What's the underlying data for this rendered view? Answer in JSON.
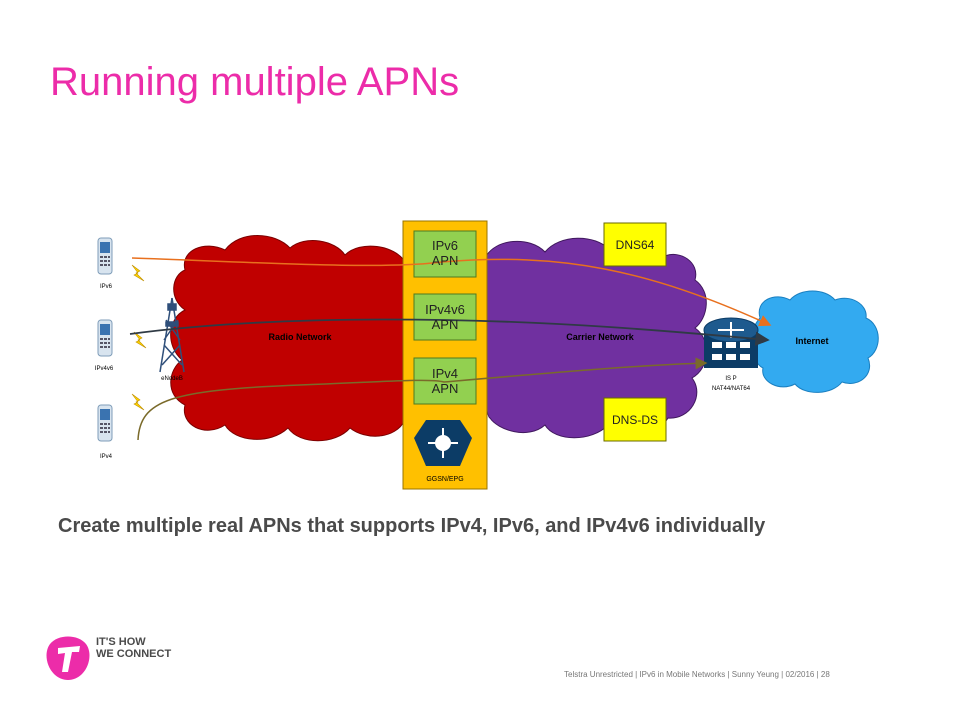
{
  "slide": {
    "title": "Running multiple APNs",
    "caption": "Create multiple real APNs that supports IPv4, IPv6, and IPv4v6 individually",
    "footer": "Telstra Unrestricted | IPv6 in Mobile Networks | Sunny Yeung | 02/2016 | 28"
  },
  "branding": {
    "slogan_line1": "IT'S HOW",
    "slogan_line2": "WE CONNECT",
    "brand_color": "#ec2ca9"
  },
  "diagram": {
    "phones": [
      "IPv6",
      "IPv4v6",
      "IPv4"
    ],
    "enodeb_label": "eNodeB",
    "radio_network_label": "Radio Network",
    "carrier_network_label": "Carrier Network",
    "internet_label": "Internet",
    "gateway_label": "GGSN/EPG",
    "apns": [
      {
        "line1": "IPv6",
        "line2": "APN"
      },
      {
        "line1": "IPv4v6",
        "line2": "APN"
      },
      {
        "line1": "IPv4",
        "line2": "APN"
      }
    ],
    "dns64_label": "DNS64",
    "dnsds_label": "DNS-DS",
    "router_label_line1": "IS P",
    "router_label_line2": "NAT44/NAT64",
    "colors": {
      "radio_cloud": "#c00000",
      "carrier_cloud": "#7030a0",
      "internet_cloud": "#33aaf0",
      "gateway_column": "#ffc000",
      "apn_box": "#92d050",
      "dns_box": "#ffff00",
      "router": "#0c3c66",
      "flow_ipv6": "#e8701e",
      "flow_ipv4v6": "#2f3a45",
      "flow_ipv4": "#7a6a2a"
    }
  }
}
